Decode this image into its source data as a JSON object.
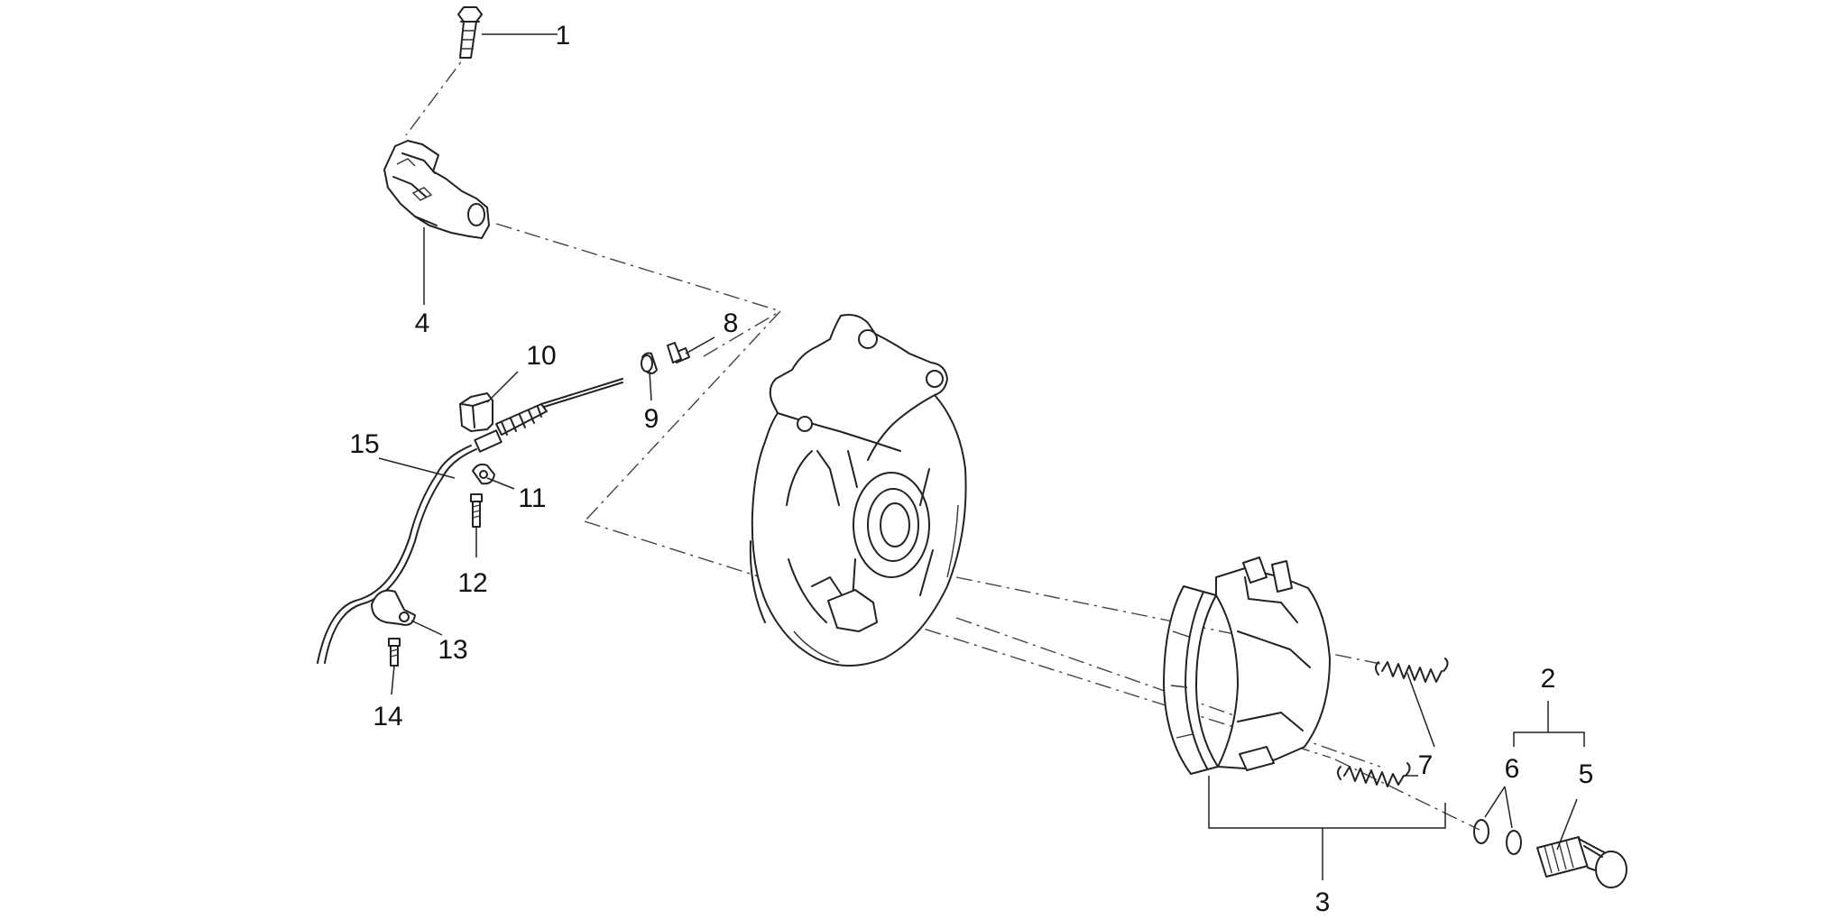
{
  "callouts": {
    "c1": "1",
    "c2": "2",
    "c3": "3",
    "c4": "4",
    "c5": "5",
    "c6": "6",
    "c7": "7",
    "c8": "8",
    "c9": "9",
    "c10": "10",
    "c11": "11",
    "c12": "12",
    "c13": "13",
    "c14": "14",
    "c15": "15"
  },
  "colors": {
    "line": "#222222",
    "background": "#ffffff"
  }
}
